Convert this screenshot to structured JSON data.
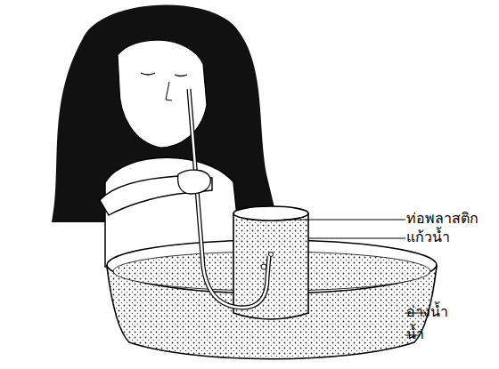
{
  "diagram": {
    "labels": [
      "ท่อพลาสติก",
      "แก้วน้ำ",
      "อ่างน้ำ",
      "น้ำ"
    ]
  }
}
